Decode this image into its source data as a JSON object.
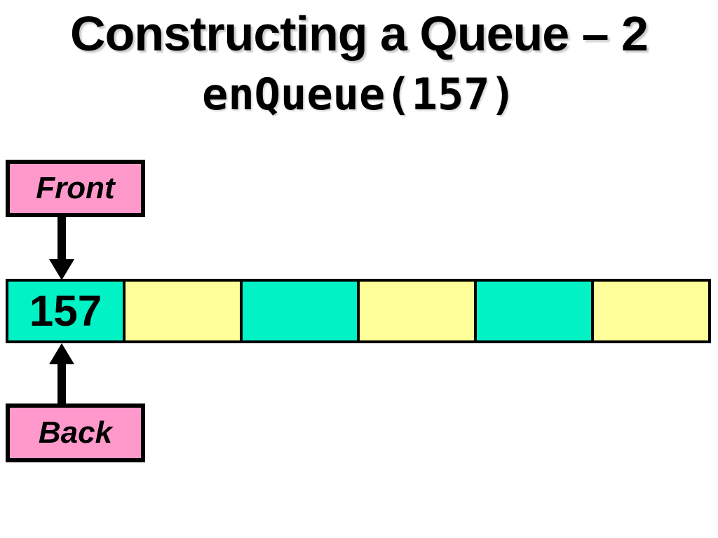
{
  "slide": {
    "title": "Constructing a Queue – 2",
    "subtitle": "enQueue(157)"
  },
  "diagram": {
    "front_label": "Front",
    "back_label": "Back",
    "queue": {
      "cell_count": 6,
      "cells": [
        {
          "index": 0,
          "value": "157",
          "color": "teal"
        },
        {
          "index": 1,
          "value": "",
          "color": "yellow"
        },
        {
          "index": 2,
          "value": "",
          "color": "teal"
        },
        {
          "index": 3,
          "value": "",
          "color": "yellow"
        },
        {
          "index": 4,
          "value": "",
          "color": "teal"
        },
        {
          "index": 5,
          "value": "",
          "color": "yellow"
        }
      ],
      "front_points_to_index": 0,
      "back_points_to_index": 0
    }
  },
  "colors": {
    "pink": "#FF99CC",
    "teal": "#00F2C5",
    "yellow": "#FFFF99",
    "border": "#000000",
    "bg": "#FFFFFF"
  }
}
